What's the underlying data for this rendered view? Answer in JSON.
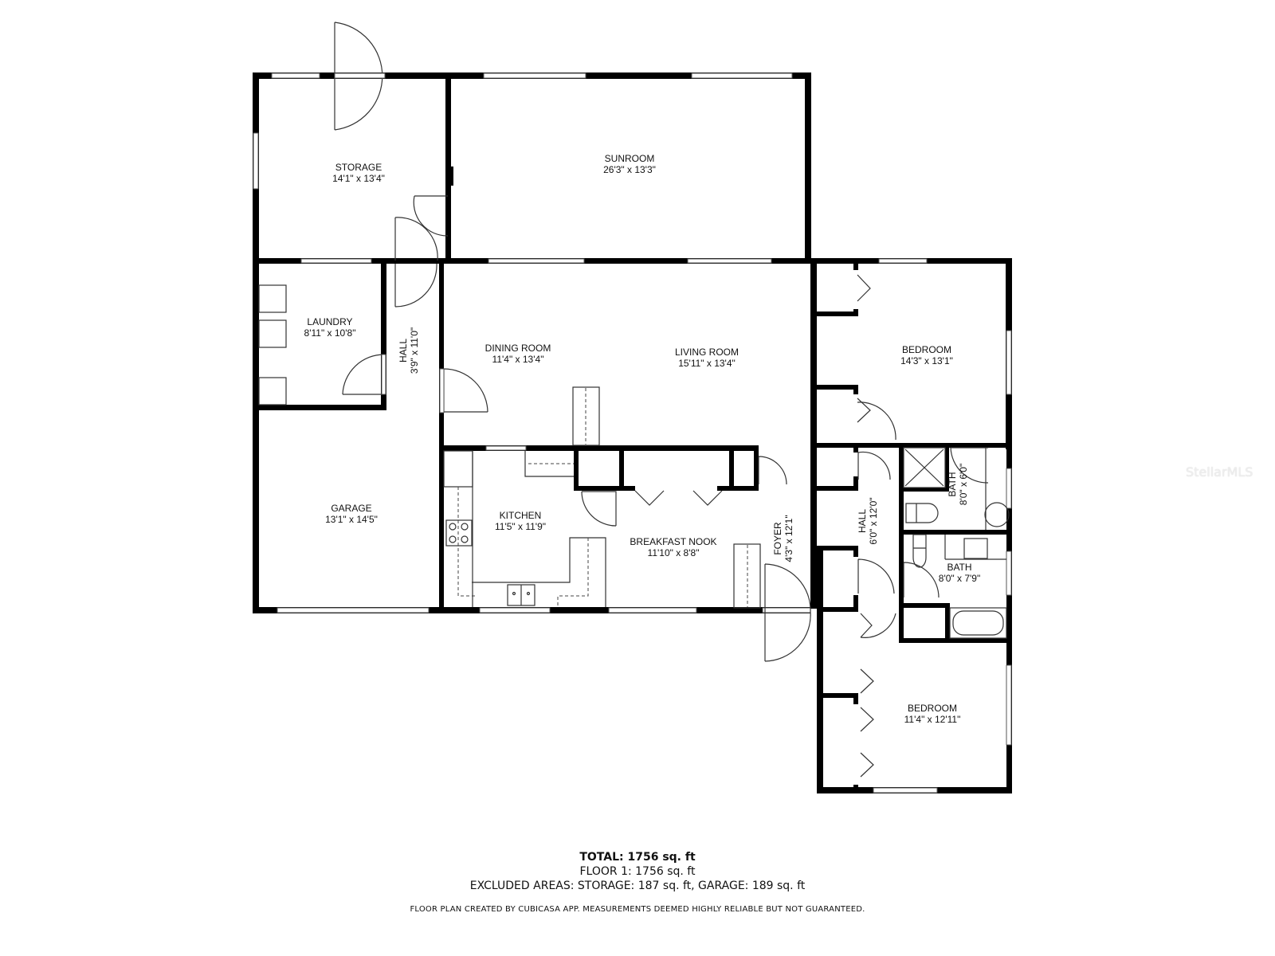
{
  "plan": {
    "rooms": [
      {
        "id": "storage",
        "name": "STORAGE",
        "dims": "14'1\" x 13'4\""
      },
      {
        "id": "sunroom",
        "name": "SUNROOM",
        "dims": "26'3\" x 13'3\""
      },
      {
        "id": "laundry",
        "name": "LAUNDRY",
        "dims": "8'11\" x 10'8\""
      },
      {
        "id": "hall_west",
        "name": "HALL",
        "dims": "3'9\" x 11'0\""
      },
      {
        "id": "dining",
        "name": "DINING ROOM",
        "dims": "11'4\" x 13'4\""
      },
      {
        "id": "living",
        "name": "LIVING ROOM",
        "dims": "15'11\" x 13'4\""
      },
      {
        "id": "bedroom_1",
        "name": "BEDROOM",
        "dims": "14'3\" x 13'1\""
      },
      {
        "id": "garage",
        "name": "GARAGE",
        "dims": "13'1\" x 14'5\""
      },
      {
        "id": "kitchen",
        "name": "KITCHEN",
        "dims": "11'5\" x 11'9\""
      },
      {
        "id": "breakfast_nook",
        "name": "BREAKFAST NOOK",
        "dims": "11'10\" x 8'8\""
      },
      {
        "id": "foyer",
        "name": "FOYER",
        "dims": "4'3\" x 12'1\""
      },
      {
        "id": "hall_east",
        "name": "HALL",
        "dims": "6'0\" x 12'0\""
      },
      {
        "id": "bath_1",
        "name": "BATH",
        "dims": "8'0\" x 6'0\""
      },
      {
        "id": "bath_2",
        "name": "BATH",
        "dims": "8'0\" x 7'9\""
      },
      {
        "id": "bedroom_2",
        "name": "BEDROOM",
        "dims": "11'4\" x 12'11\""
      }
    ]
  },
  "summary": {
    "total": "TOTAL: 1756 sq. ft",
    "floor": "FLOOR 1: 1756 sq. ft",
    "excluded": "EXCLUDED AREAS: STORAGE: 187 sq. ft, GARAGE: 189 sq. ft",
    "disclaimer": "FLOOR PLAN CREATED BY CUBICASA APP. MEASUREMENTS DEEMED HIGHLY RELIABLE BUT NOT GUARANTEED."
  },
  "watermark": "StellarMLS"
}
